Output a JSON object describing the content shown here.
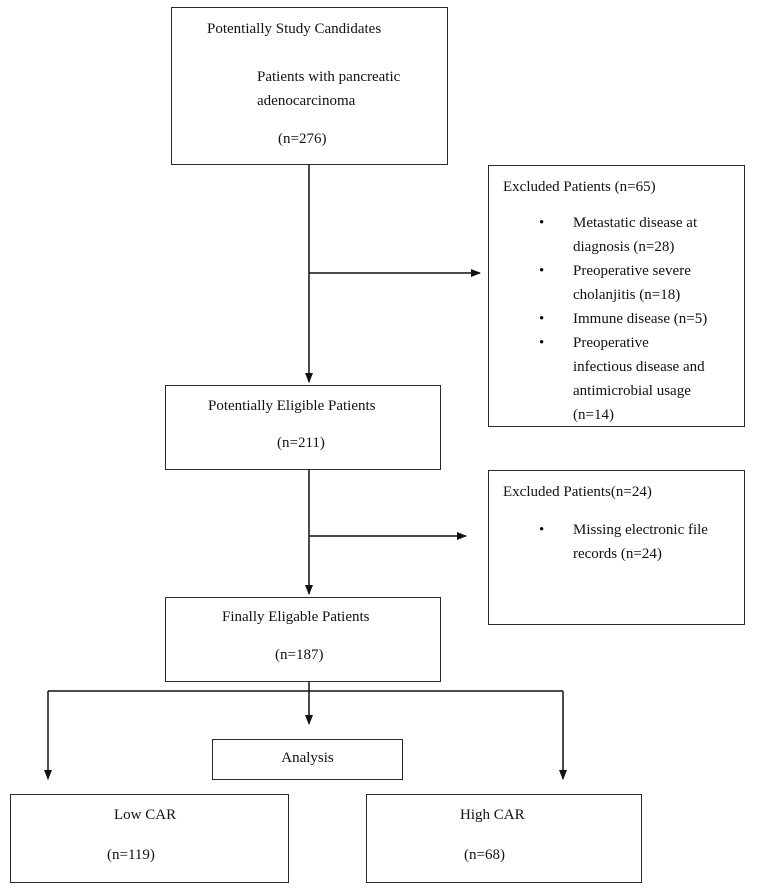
{
  "box1": {
    "title": "Potentially Study Candidates",
    "line1": "Patients with pancreatic",
    "line2": "adenocarcinoma",
    "count": "(n=276)"
  },
  "excluded1": {
    "title": "Excluded Patients (n=65)",
    "items": [
      {
        "l1": "Metastatic disease at",
        "l2": "diagnosis (n=28)"
      },
      {
        "l1": "Preoperative severe",
        "l2": "cholanjitis (n=18)"
      },
      {
        "l1": "Immune disease (n=5)"
      },
      {
        "l1": "Preoperative",
        "l2": "infectious disease and",
        "l3": "antimicrobial usage",
        "l4": "(n=14)"
      }
    ]
  },
  "box2": {
    "title": "Potentially Eligible Patients",
    "count": "(n=211)"
  },
  "excluded2": {
    "title": "Excluded Patients(n=24)",
    "items": [
      {
        "l1": "Missing electronic file",
        "l2": "records (n=24)"
      }
    ]
  },
  "box3": {
    "title": "Finally Eligable Patients",
    "count": "(n=187)"
  },
  "analysis": {
    "label": "Analysis"
  },
  "low": {
    "title": "Low CAR",
    "count": "(n=119)"
  },
  "high": {
    "title": "High CAR",
    "count": "(n=68)"
  },
  "bullet": "•"
}
